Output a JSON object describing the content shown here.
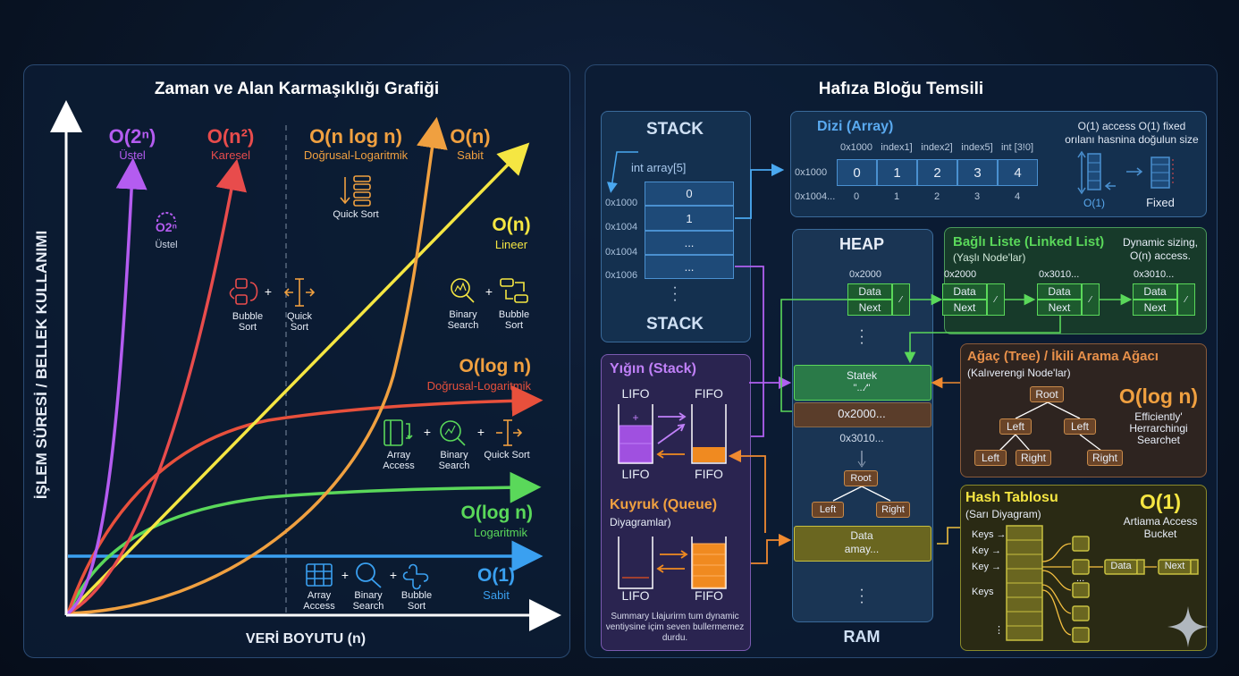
{
  "left_panel": {
    "title": "Zaman ve Alan Karmaşıklığı Grafiği",
    "y_axis_label": "İŞLEM SÜRESİ / BELLEK KULLANIMI",
    "x_axis_label": "VERİ BOYUTU (n)",
    "labels": {
      "exp": {
        "name": "O(2ⁿ)",
        "sub": "Üstel"
      },
      "exp_small": {
        "name": "O2ⁿ",
        "sub": "Üstel"
      },
      "quad": {
        "name": "O(n²)",
        "sub": "Karesel"
      },
      "nlogn": {
        "name": "O(n log n)",
        "sub": "Doğrusal-Logaritmik"
      },
      "n_top": {
        "name": "O(n)",
        "sub": "Sabit"
      },
      "n_lin": {
        "name": "O(n)",
        "sub": "Lineer"
      },
      "logn_orange": {
        "name": "O(log n)",
        "sub": "Doğrusal-Logaritmik"
      },
      "logn_green": {
        "name": "O(log n)",
        "sub": "Logaritmik"
      },
      "const": {
        "name": "O(1)",
        "sub": "Sabit"
      }
    },
    "icons": {
      "quick_sort_top": "Quick Sort",
      "bubble_sort_1": "Bubble Sort",
      "quick_sort_1": "Quick Sort",
      "binary_search_1": "Binary Search",
      "bubble_sort_2": "Bubble Sort",
      "array_access_1": "Array Access",
      "binary_search_2": "Binary Search",
      "quick_sort_2": "Quick Sort",
      "array_access_2": "Array Access",
      "binary_search_3": "Binary Search",
      "bubble_sort_3": "Bubble Sort"
    },
    "colors": {
      "exp": "#b45cf0",
      "quad": "#e84c4c",
      "nlogn": "#f0a040",
      "n": "#f5e642",
      "logn_orange": "#e8503c",
      "logn_green": "#5ad85a",
      "const": "#3aa0f0"
    }
  },
  "right_panel": {
    "title": "Hafıza Bloğu Temsili",
    "stack": {
      "title": "STACK",
      "bottom": "STACK",
      "var": "int array[5]",
      "addresses": [
        "0x1000",
        "0x1004",
        "0x1004",
        "0x1006"
      ],
      "cells": [
        "0",
        "1",
        "...",
        "..."
      ]
    },
    "array": {
      "title": "Dizi (Array)",
      "headers": [
        "0x1000",
        "index1]",
        "index2]",
        "index5]",
        "int [3!0]"
      ],
      "row_addr": "0x1000",
      "values": [
        "0",
        "1",
        "2",
        "3",
        "4"
      ],
      "addr2": "0x1004...",
      "indices": [
        "0",
        "1",
        "2",
        "3",
        "4"
      ],
      "note": "O(1) access O(1) fixed orılanı hasnina doğulun size",
      "o1": "O(1)",
      "fixed": "Fixed"
    },
    "heap": {
      "title": "HEAP",
      "addr": "0x2000",
      "node_data": "Data",
      "node_next": "Next",
      "statek": "Statek",
      "statek_sub": "\"...⁄\"",
      "addr_bar": "0x2000...",
      "addr_3010": "0x3010...",
      "root": "Root",
      "left": "Left",
      "right": "Right",
      "data_box": "Data",
      "data_box_sub": "amay...",
      "ram": "RAM"
    },
    "linked_list": {
      "title": "Bağlı Liste (Linked List)",
      "subtitle": "(Yaşlı Node'lar)",
      "note": "Dynamic sizing, O(n) access.",
      "addrs": [
        "0x2000",
        "0x3010...",
        "0x3010..."
      ],
      "data": "Data",
      "next": "Next"
    },
    "yigin": {
      "title": "Yığın (Stack)",
      "lifo": "LIFO",
      "fifo": "FIFO",
      "lifo2": "LIFO",
      "fifo2": "FIFO"
    },
    "queue": {
      "title": "Kuyruk (Queue)",
      "subtitle": "Diyagramlar)",
      "lifo": "LIFO",
      "fifo": "FIFO",
      "summary": "Summary Lłajurirm tum dynamic ventiysine içim seven bullermemez durdu."
    },
    "tree": {
      "title": "Ağaç (Tree) / İkili Arama Ağacı",
      "subtitle": "(Kalıverengi Node'lar)",
      "root": "Root",
      "left": "Left",
      "right": "Right",
      "complexity": "O(log n)",
      "note": "Efficiently' Herrarchingi Searchet"
    },
    "hash": {
      "title": "Hash Tablosu",
      "subtitle": "(Sarı Diyagram)",
      "complexity": "O(1)",
      "note": "Artiama Access Bucket",
      "keys": [
        "Keys →",
        "Key →",
        "Key →",
        "Keys",
        "⋮"
      ],
      "data": "Data",
      "next": "Next",
      "dots": "..."
    }
  }
}
